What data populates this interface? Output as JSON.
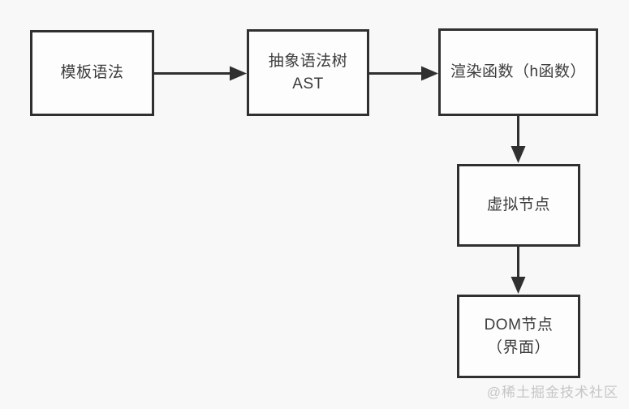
{
  "diagram": {
    "title": "template-compile-flow",
    "nodes": [
      {
        "id": "template",
        "lines": [
          "模板语法"
        ]
      },
      {
        "id": "ast",
        "lines": [
          "抽象语法树",
          "AST"
        ]
      },
      {
        "id": "render",
        "lines": [
          "渲染函数（h函数）"
        ]
      },
      {
        "id": "vnode",
        "lines": [
          "虚拟节点"
        ]
      },
      {
        "id": "dom",
        "lines": [
          "DOM节点",
          "（界面）"
        ]
      }
    ],
    "edges": [
      {
        "from": "template",
        "to": "ast",
        "direction": "right"
      },
      {
        "from": "ast",
        "to": "render",
        "direction": "right"
      },
      {
        "from": "render",
        "to": "vnode",
        "direction": "down"
      },
      {
        "from": "vnode",
        "to": "dom",
        "direction": "down"
      }
    ],
    "colors": {
      "background": "#f8f8f8",
      "box_fill": "#fdfdfd",
      "line": "#303030",
      "text": "#3c3c3c",
      "watermark": "#c6c6c6"
    },
    "watermark": "@稀土掘金技术社区"
  }
}
